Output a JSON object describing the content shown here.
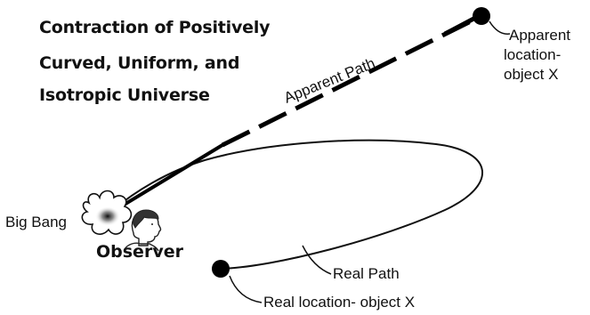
{
  "title": {
    "line1": "Contraction of Positively",
    "line2": "Curved, Uniform, and",
    "line3": "Isotropic Universe"
  },
  "labels": {
    "apparent_path": "Apparent Path",
    "apparent_location_line1": "Apparent",
    "apparent_location_line2": "location-",
    "apparent_location_line3": "object X",
    "big_bang": "Big Bang",
    "observer": "Observer",
    "real_path": "Real Path",
    "real_location": "Real location- object X"
  },
  "icons": {
    "observer": "observer-head-icon",
    "big_bang": "big-bang-cloud-icon"
  }
}
